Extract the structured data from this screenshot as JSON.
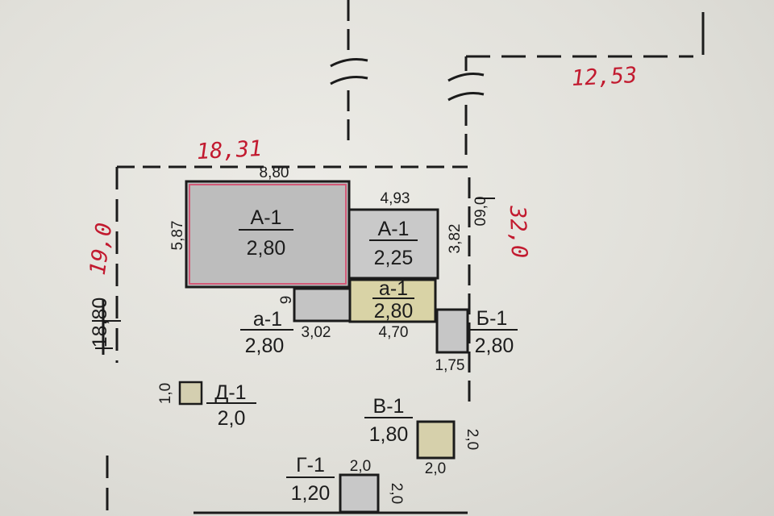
{
  "red_dimensions": {
    "top_right": "12,53",
    "top_left": "18,31",
    "left_side": "19,0",
    "right_side": "32,0"
  },
  "plot_dimensions": {
    "left_side_crossed": "18,80",
    "right_side_crossed": "09,0"
  },
  "buildings": {
    "main_A1": {
      "name": "А-1",
      "height": "2,80",
      "width": "8,80",
      "depth": "5,87"
    },
    "addon_A1": {
      "name": "А-1",
      "height": "2,25",
      "width": "4,93",
      "depth": "3,82"
    },
    "porch_a1_right": {
      "name": "а-1",
      "height": "2,80",
      "width": "4,70"
    },
    "porch_a1_left": {
      "name": "а-1",
      "height": "2,80",
      "width": "3,02",
      "depth": "9"
    },
    "shed_B1": {
      "name": "Б-1",
      "height": "2,80",
      "width": "1,75"
    },
    "shed_D1": {
      "name": "Д-1",
      "height": "2,0",
      "side": "1,0"
    },
    "shed_V1": {
      "name": "В-1",
      "height": "1,80",
      "width": "2,0",
      "depth": "2,0"
    },
    "shed_G1": {
      "name": "Г-1",
      "height": "1,20",
      "width": "2,0",
      "depth": "2,0"
    }
  },
  "colors": {
    "ink": "#1b1b1b",
    "red_pen": "#c21a2f",
    "main_fill": "#bdbdbd",
    "yellow_fill": "#d9d3a6"
  }
}
